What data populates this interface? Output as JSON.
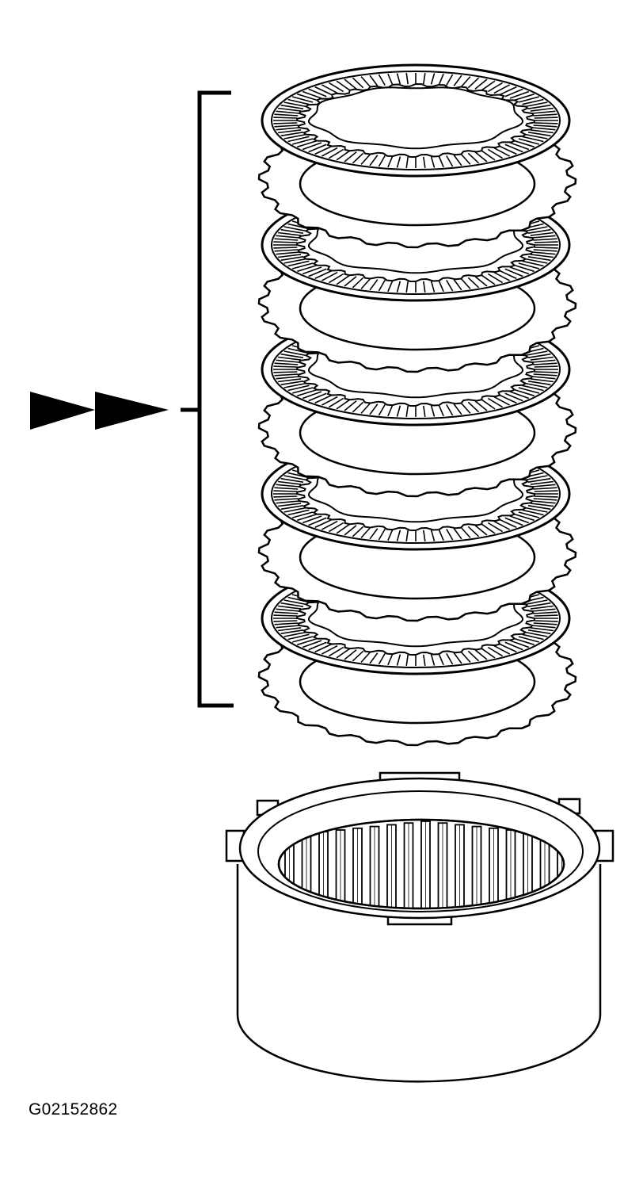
{
  "figure_id": "G02152862",
  "illustration": {
    "clutch_pack": {
      "friction_plate_count": 5,
      "steel_plate_count": 5
    },
    "pointer": "double-arrow",
    "bracket": "left-bracket"
  },
  "colors": {
    "ink": "#000000",
    "paper": "#ffffff"
  }
}
